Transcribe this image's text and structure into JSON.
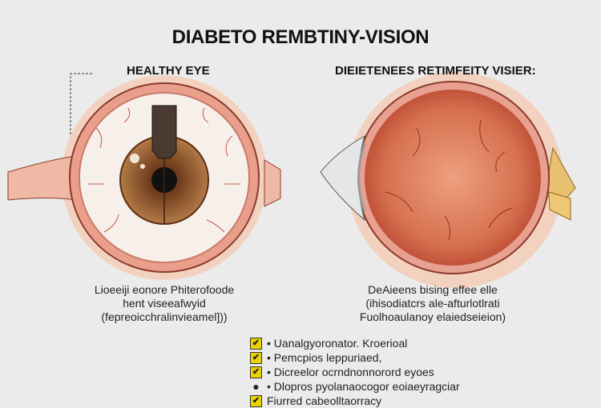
{
  "title": "DIABETO REMBTINY-VISION",
  "left_heading": "HEALTHY EYE",
  "right_heading": "DIEIETENEES RETIMFEITY VISIER:",
  "left_caption": [
    "Lioeeiji eonore Phiterofoode",
    "hent viseeafwyid",
    "(fepreoicchralinvieamel]))"
  ],
  "right_caption": [
    "DeAieens bising effee elle",
    "(ihisodiatcrs ale-afturlotlrati",
    "Fuolhoaulanoy elaiedseieion)"
  ],
  "checklist": [
    {
      "checked": true,
      "text": "• Uanalgyoronator. Kroerioal"
    },
    {
      "checked": true,
      "text": "• Pemcpios leppuriaed,"
    },
    {
      "checked": true,
      "text": "• Dicreelor ocrndnonnorord eyoes"
    },
    {
      "checked": false,
      "text": "• Dlopros pyolanaocogor eoiaeyragciar"
    },
    {
      "checked": true,
      "text": "Fiurred cabeolltaorracy"
    }
  ],
  "colors": {
    "background": "#ebebeb",
    "check": "#e8d200",
    "iris": "#9a5a2a",
    "retina": "#d9775a"
  }
}
